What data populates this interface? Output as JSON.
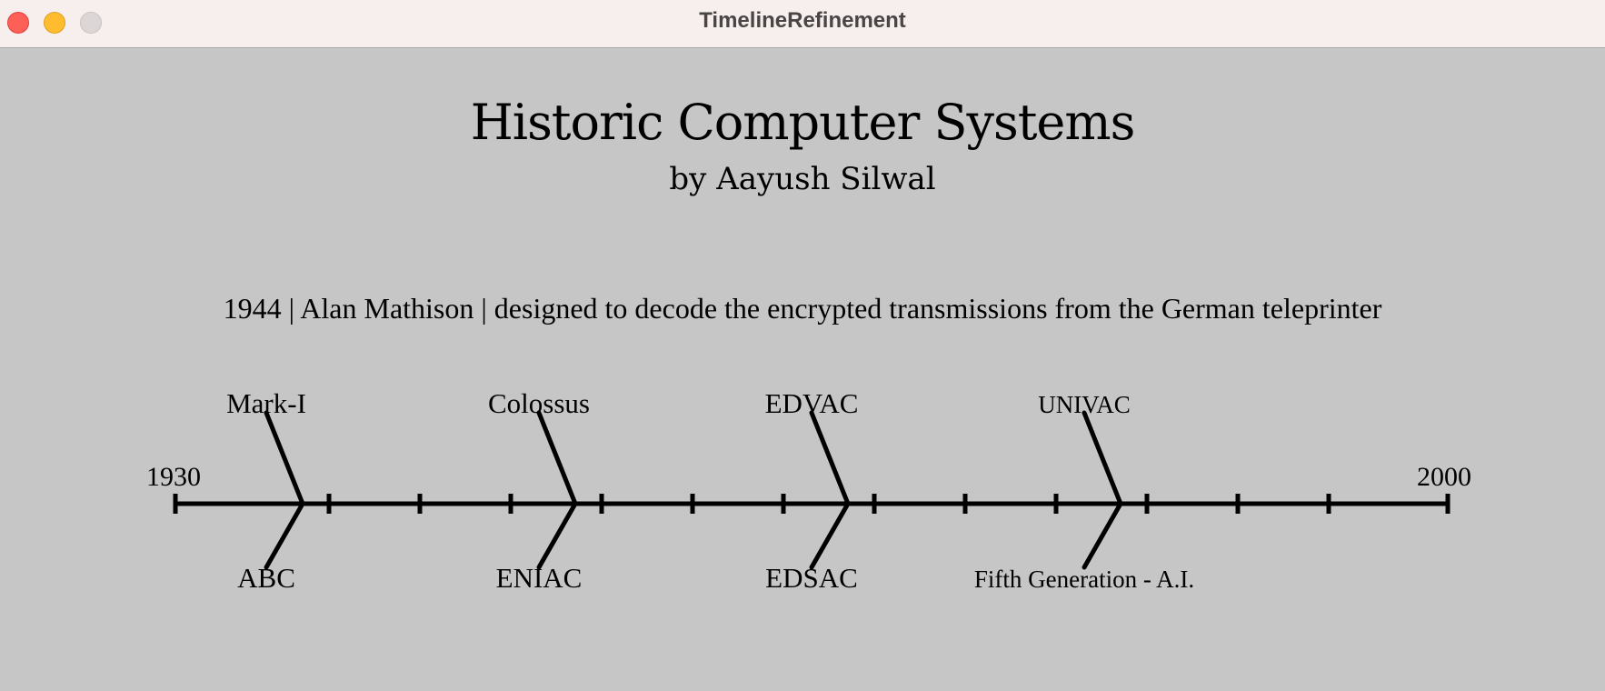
{
  "window": {
    "title": "TimelineRefinement"
  },
  "header": {
    "title": "Historic Computer Systems",
    "subtitle": "by Aayush Silwal"
  },
  "info_text": "1944 | Alan Mathison | designed to decode the encrypted transmissions from the German teleprinter",
  "timeline": {
    "start_label": "1930",
    "end_label": "2000",
    "start_year": 1930,
    "end_year": 2000,
    "events": [
      {
        "label": "Mark-I",
        "side": "top",
        "group": 1
      },
      {
        "label": "ABC",
        "side": "bottom",
        "group": 1
      },
      {
        "label": "Colossus",
        "side": "top",
        "group": 2
      },
      {
        "label": "ENIAC",
        "side": "bottom",
        "group": 2
      },
      {
        "label": "EDVAC",
        "side": "top",
        "group": 3
      },
      {
        "label": "EDSAC",
        "side": "bottom",
        "group": 3
      },
      {
        "label": "UNIVAC",
        "side": "top",
        "group": 4
      },
      {
        "label": "Fifth Generation - A.I.",
        "side": "bottom",
        "group": 4
      }
    ]
  },
  "colors": {
    "background": "#c6c6c6",
    "titlebar": "#f7eeee",
    "line": "#000000"
  }
}
